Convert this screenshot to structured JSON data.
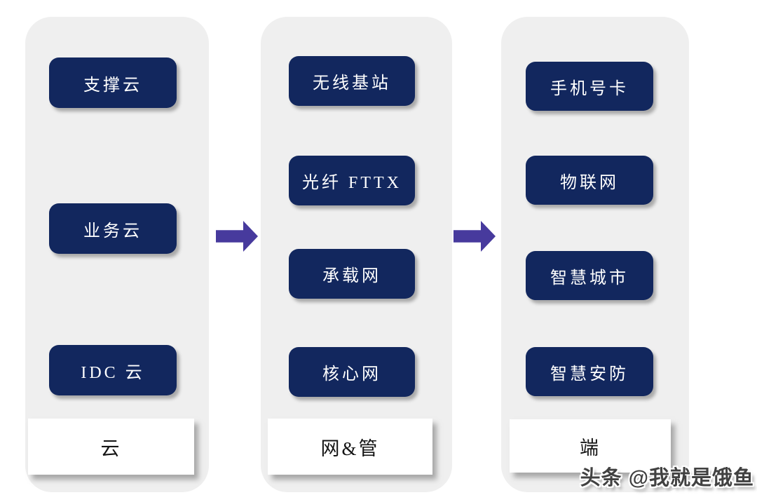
{
  "colors": {
    "page_bg": "#ffffff",
    "panel_bg": "#efefef",
    "node_bg": "#12275e",
    "node_text": "#ffffff",
    "arrow_color": "#473a9d",
    "label_bg": "#ffffff",
    "label_text": "#141414",
    "watermark_color": "#414141"
  },
  "diagram": {
    "type": "flow",
    "direction": "left-to-right",
    "columns": [
      {
        "label": "云",
        "items": [
          "支撑云",
          "业务云",
          "IDC 云"
        ]
      },
      {
        "label": "网&管",
        "items": [
          "无线基站",
          "光纤 FTTX",
          "承载网",
          "核心网"
        ]
      },
      {
        "label": "端",
        "items": [
          "手机号卡",
          "物联网",
          "智慧城市",
          "智慧安防"
        ]
      }
    ],
    "connections": [
      {
        "from": "云",
        "to": "网&管",
        "style": "block-arrow-right"
      },
      {
        "from": "网&管",
        "to": "端",
        "style": "block-arrow-right"
      }
    ]
  },
  "watermark": {
    "text": "头条 @我就是饿鱼"
  }
}
